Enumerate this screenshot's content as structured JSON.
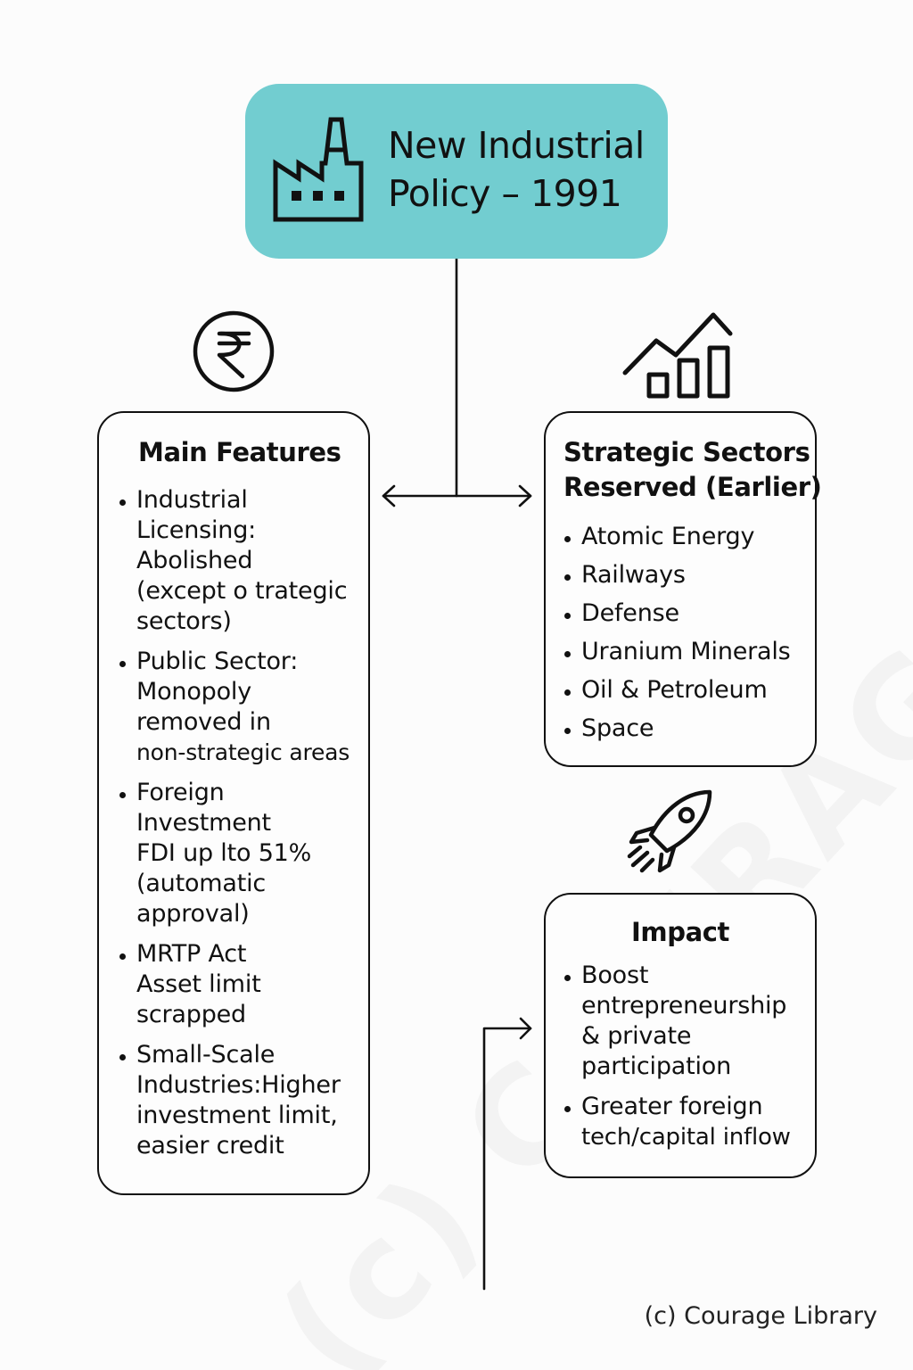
{
  "title": {
    "line1": "New Industrial",
    "line2": "Policy – 1991",
    "icon": "factory-icon"
  },
  "main_features": {
    "heading": "Main Features",
    "icon": "rupee-icon",
    "items": [
      {
        "lines": [
          "Industrial",
          "Licensing:",
          "Abolished",
          "(except o trategic",
          "sectors)"
        ]
      },
      {
        "lines": [
          "Public Sector:",
          "Monopoly",
          "removed in",
          "non-strategic areas"
        ]
      },
      {
        "lines": [
          "Foreign",
          "Investment",
          "FDI up lto 51%",
          "(automatic",
          "approval)"
        ]
      },
      {
        "lines": [
          "MRTP Act",
          "Asset limit",
          "scrapped"
        ]
      },
      {
        "lines": [
          "Small-Scale",
          "Industries:Higher",
          "investment limit,",
          "easier credit"
        ]
      }
    ]
  },
  "strategic_sectors": {
    "heading_line1": "Strategic Sectors",
    "heading_line2": "Reserved (Earlier)",
    "icon": "growth-chart-icon",
    "items": [
      "Atomic Energy",
      "Railways",
      "Defense",
      "Uranium Minerals",
      "Oil & Petroleum",
      "Space"
    ]
  },
  "impact": {
    "heading": "Impact",
    "icon": "rocket-icon",
    "items": [
      {
        "lines": [
          "Boost",
          "entrepreneurship",
          "& private",
          "participation"
        ]
      },
      {
        "lines": [
          "Greater foreign",
          "tech/capital inflow"
        ]
      }
    ]
  },
  "watermark": "(c) COURAGE LIBRARY",
  "copyright": "(c) Courage Library",
  "colors": {
    "title_bg": "#72cdd0",
    "ink": "#111111"
  }
}
